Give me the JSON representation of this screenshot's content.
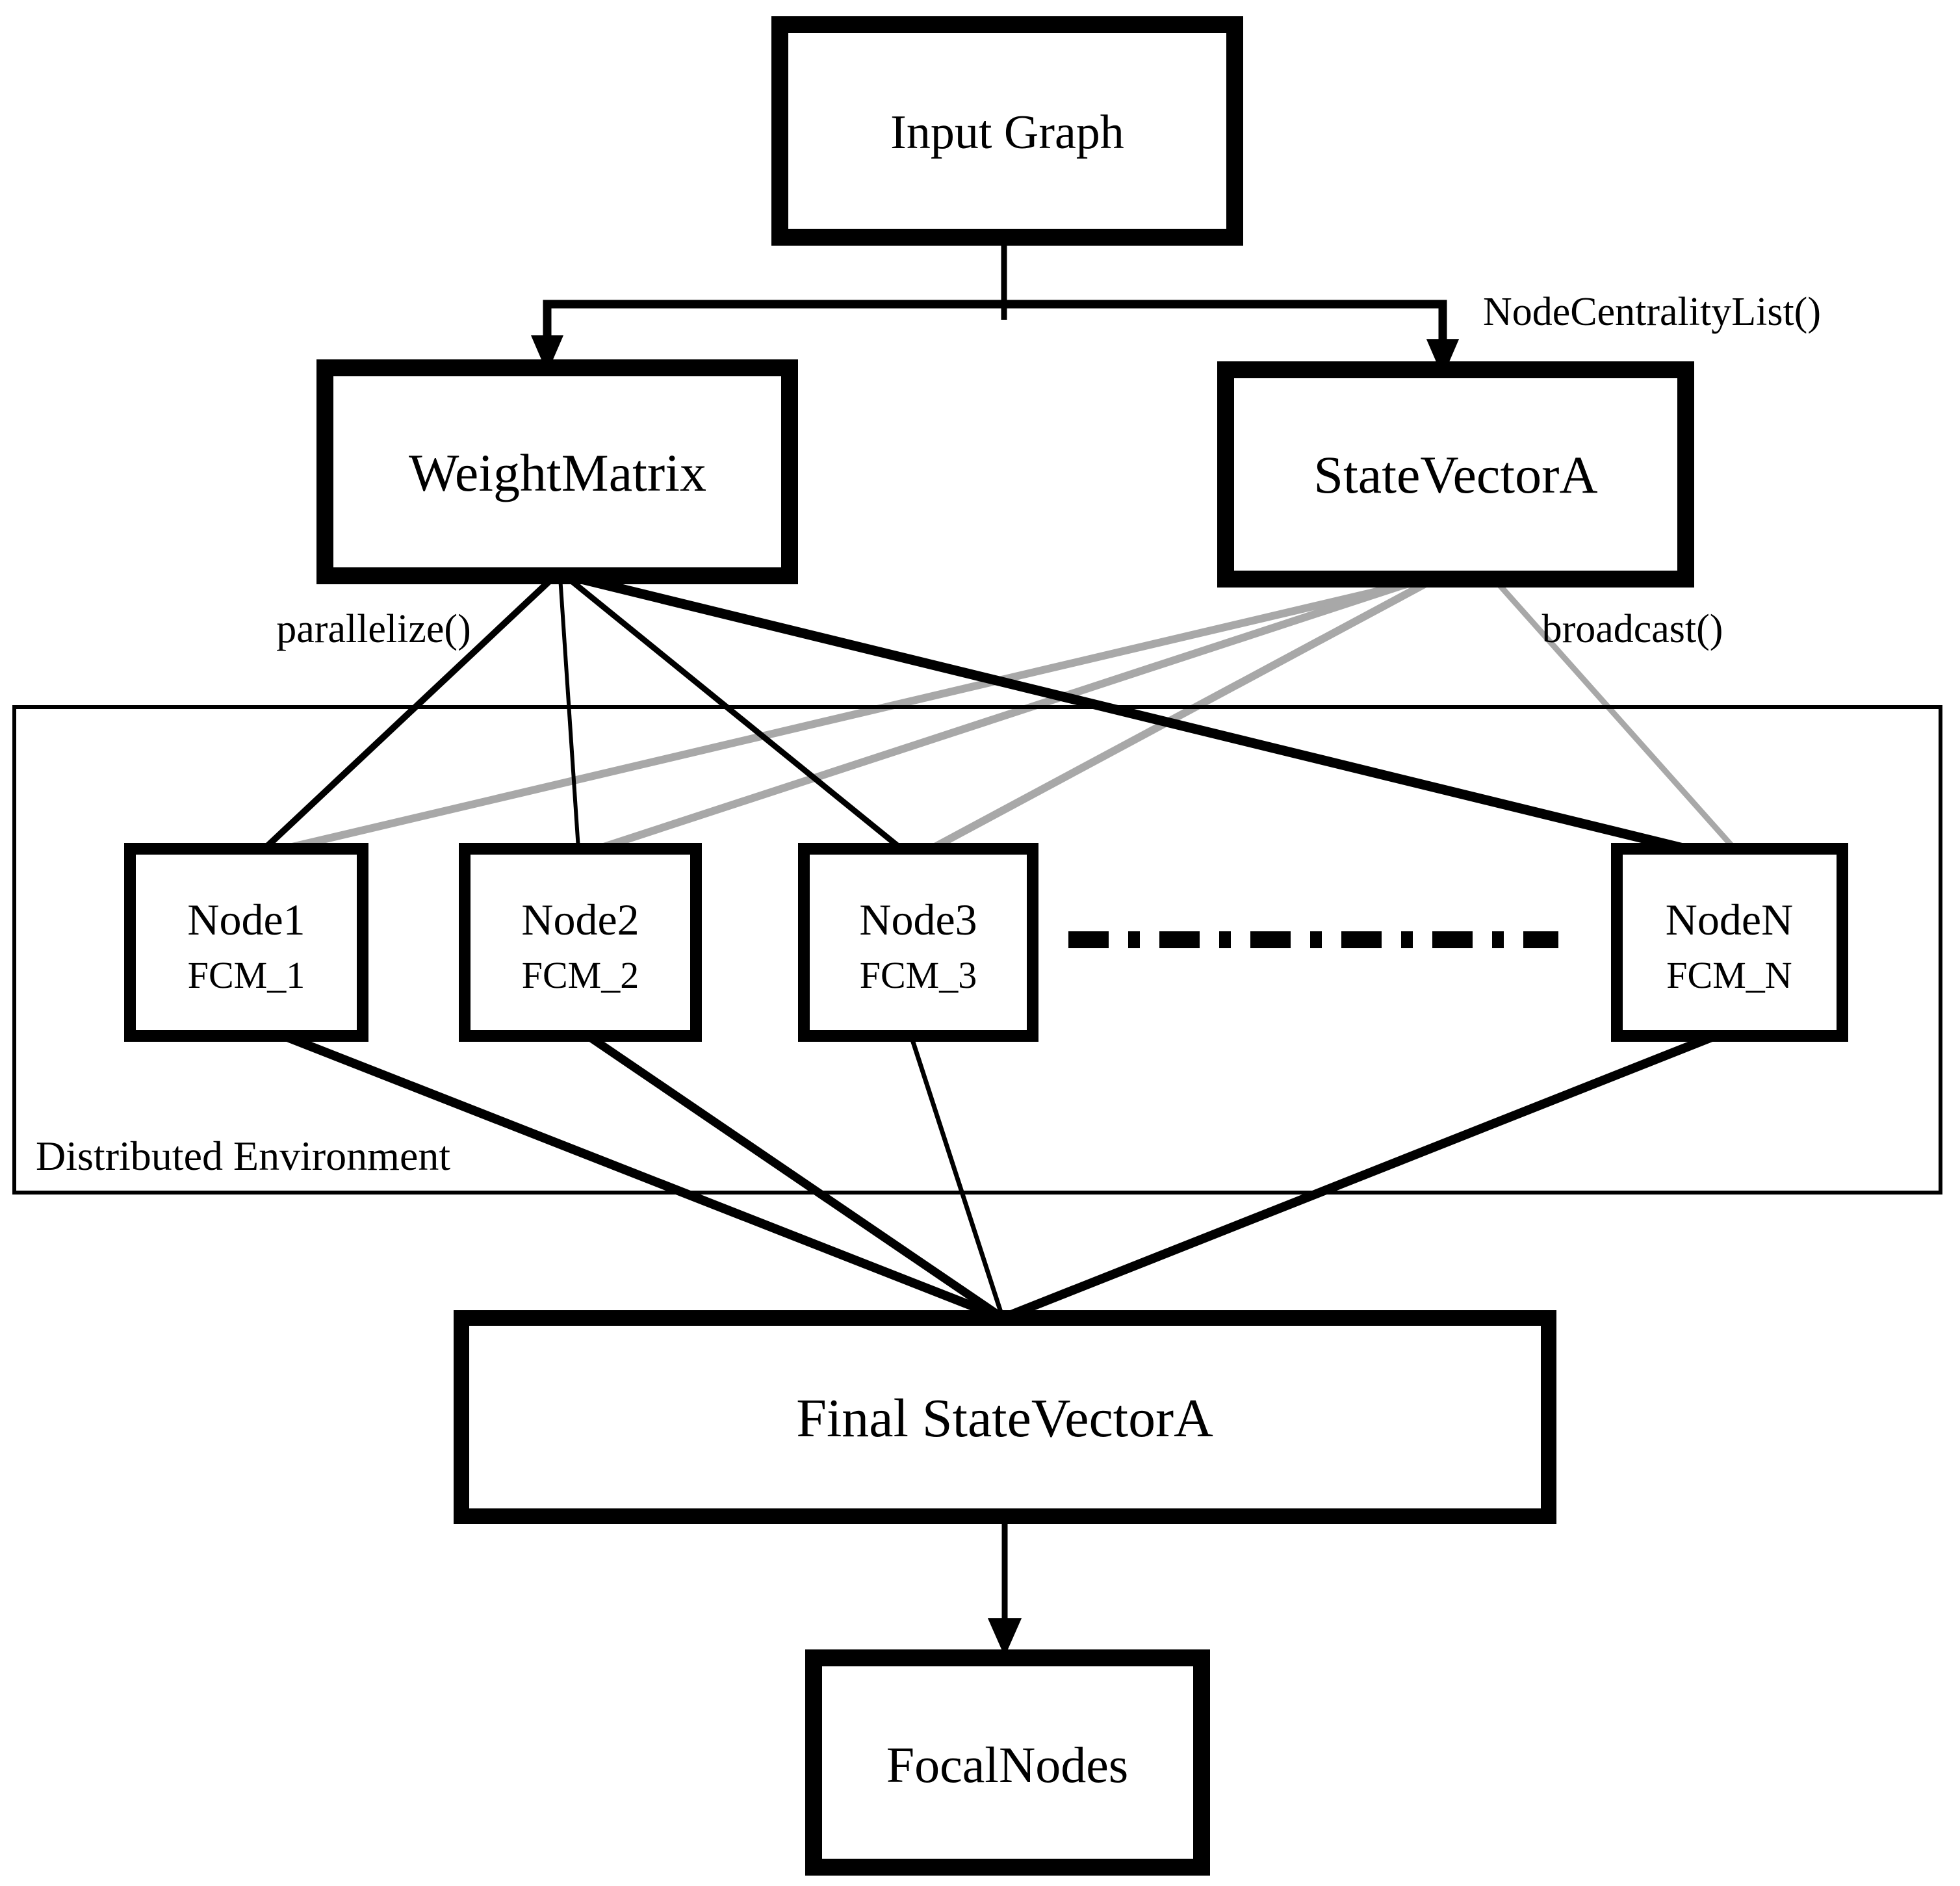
{
  "colors": {
    "line_black": "#000000",
    "line_gray": "#a8a8a8",
    "box_fill": "#ffffff",
    "background": "#ffffff"
  },
  "boxes": {
    "input_graph": {
      "label": "Input Graph"
    },
    "weight_matrix": {
      "label": "WeightMatrix"
    },
    "state_vector_a": {
      "label": "StateVectorA"
    },
    "final_state_vector_a": {
      "label": "Final StateVectorA"
    },
    "focal_nodes": {
      "label": "FocalNodes"
    }
  },
  "edge_labels": {
    "node_centrality_list": "NodeCentralityList()",
    "parallelize": "parallelize()",
    "broadcast": "broadcast()"
  },
  "environment": {
    "label": "Distributed Environment"
  },
  "worker_nodes": [
    {
      "label": "Node1",
      "sublabel": "FCM_1"
    },
    {
      "label": "Node2",
      "sublabel": "FCM_2"
    },
    {
      "label": "Node3",
      "sublabel": "FCM_3"
    },
    {
      "label": "NodeN",
      "sublabel": "FCM_N"
    }
  ]
}
